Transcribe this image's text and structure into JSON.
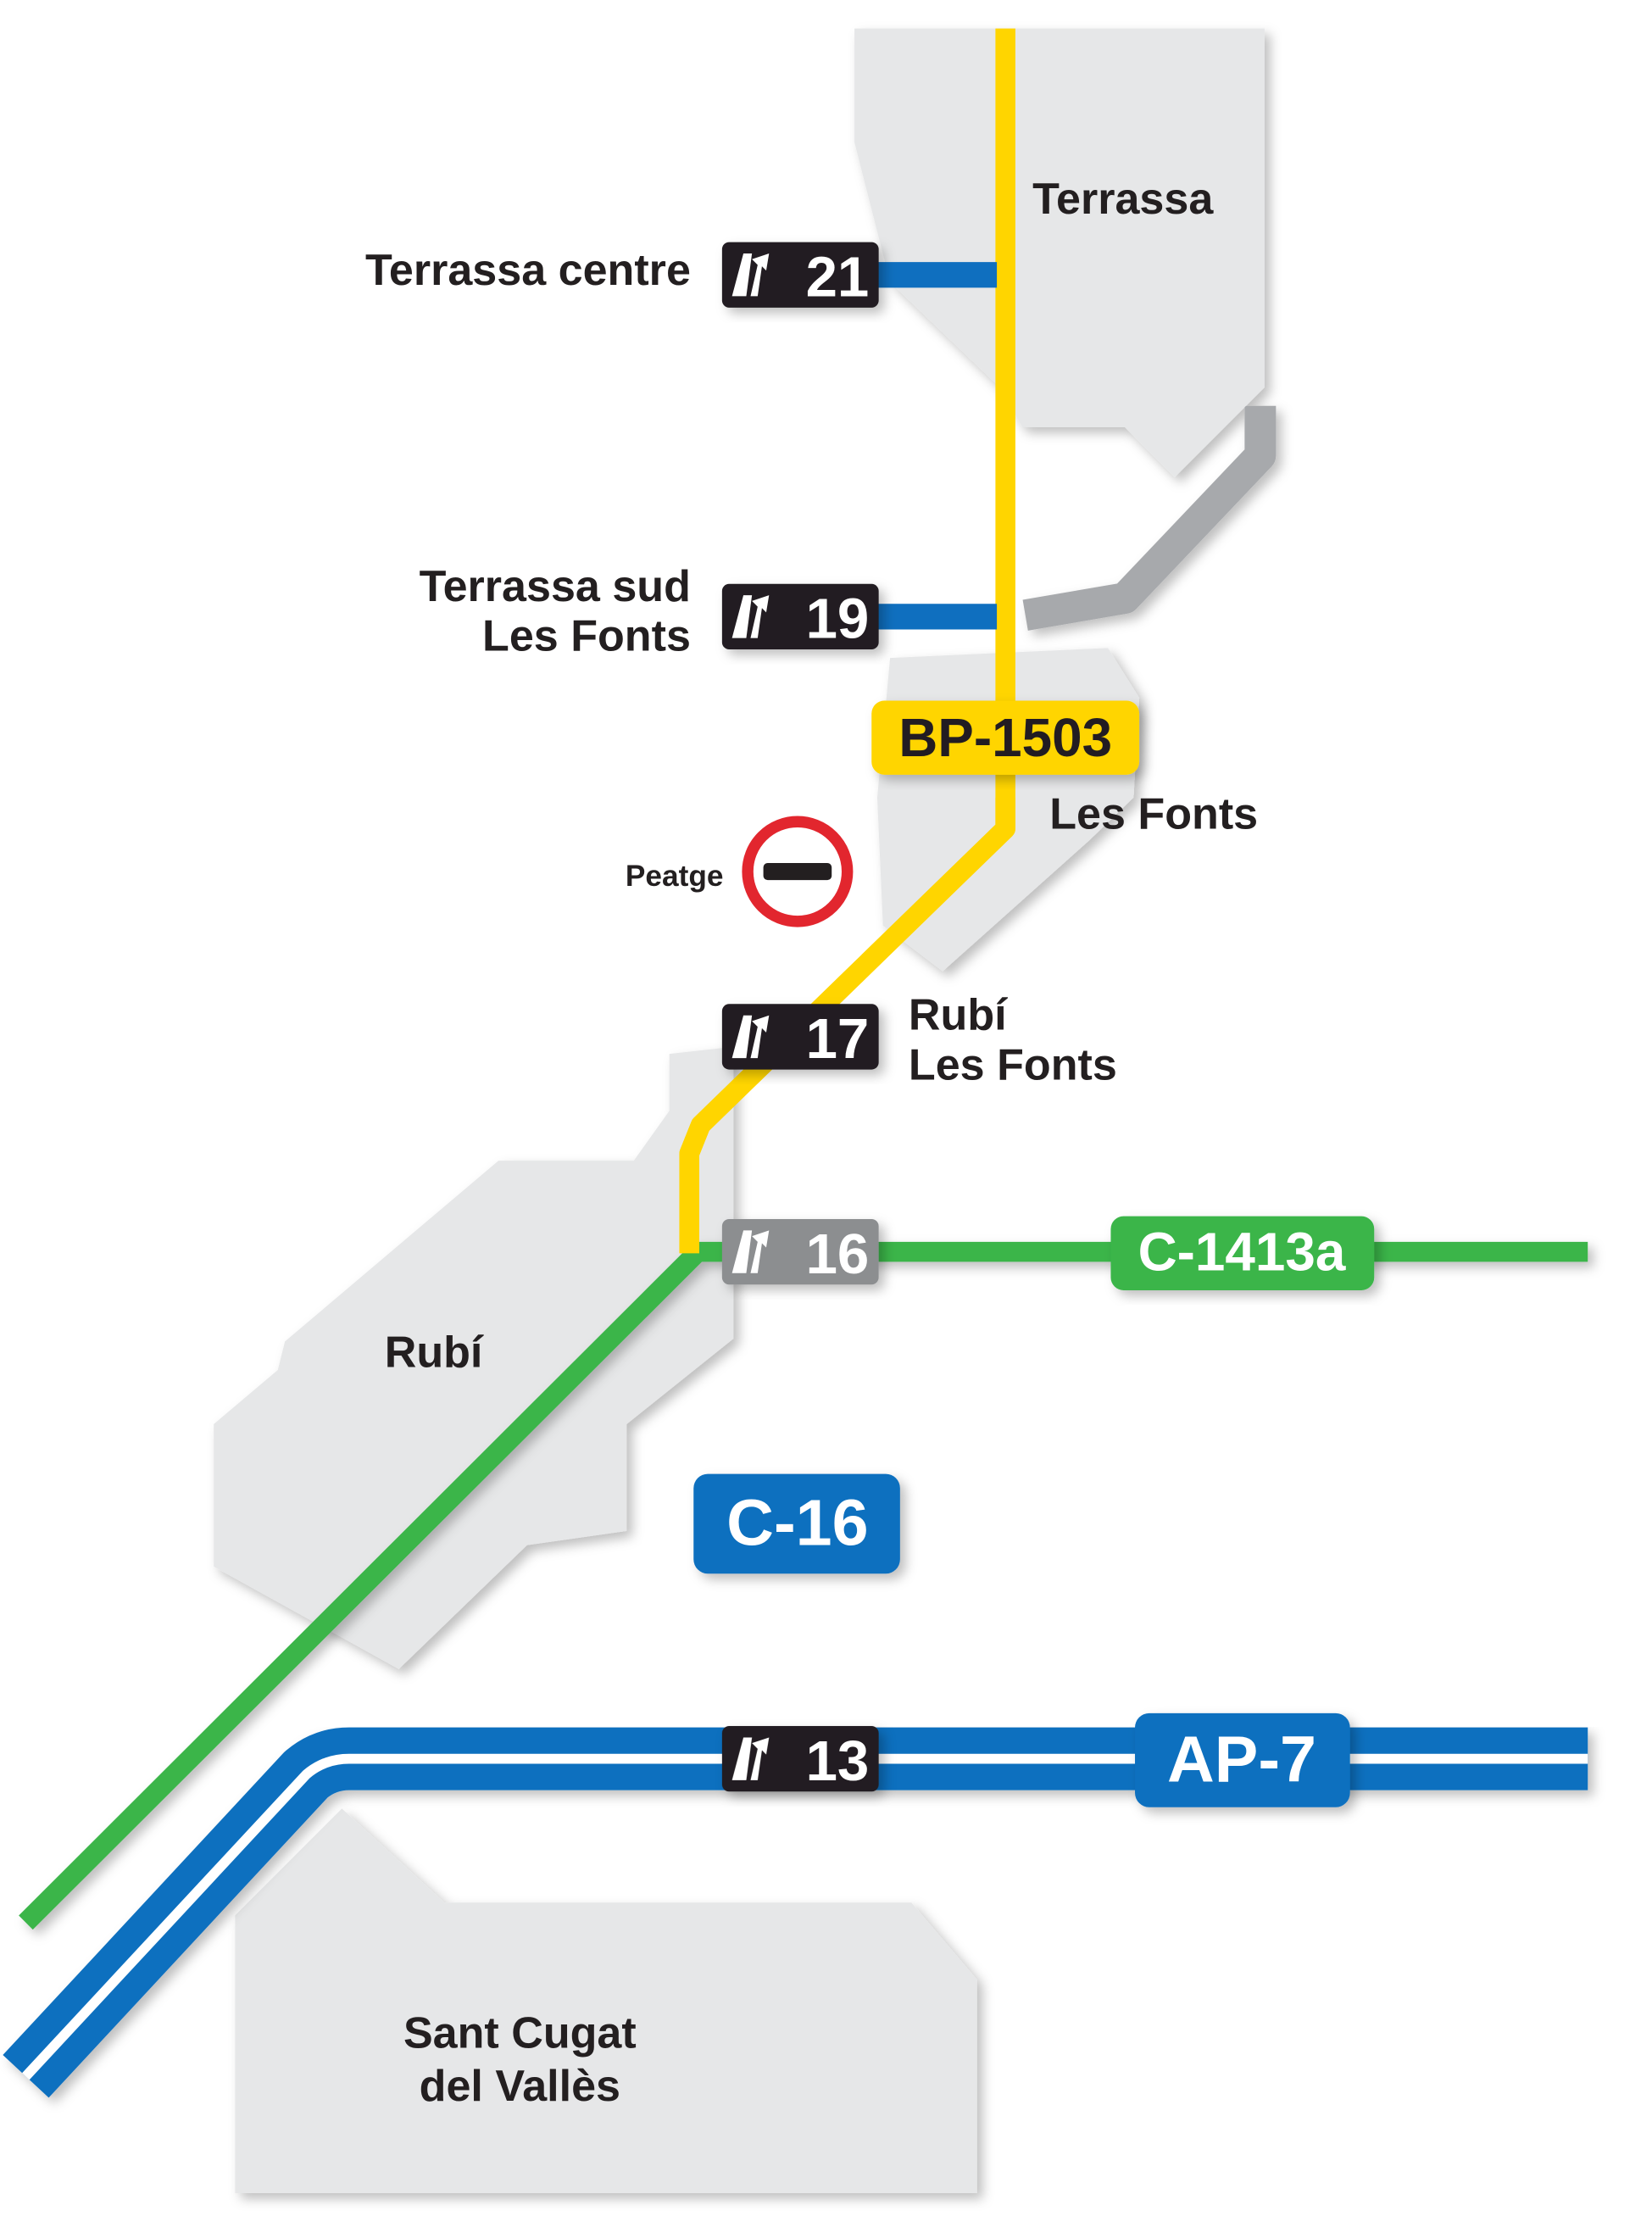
{
  "colors": {
    "motorway_blue": "#0f6fbf",
    "regional_yellow": "#ffd500",
    "local_green": "#3bb54a",
    "urban_gray": "#e6e7e8",
    "exit_black": "#231f20",
    "exit_gray": "#8c8e90",
    "toll_red": "#e2262e"
  },
  "places": {
    "terrassa": "Terrassa",
    "les_fonts": "Les Fonts",
    "rubi": "Rubí",
    "sant_cugat_line1": "Sant Cugat",
    "sant_cugat_line2": "del Vallès"
  },
  "exits": [
    {
      "number": "21",
      "label_lines": [
        "Terrassa centre"
      ]
    },
    {
      "number": "19",
      "label_lines": [
        "Terrassa sud",
        "Les Fonts"
      ]
    },
    {
      "number": "17",
      "label_lines": [
        "Rubí",
        "Les Fonts"
      ]
    },
    {
      "number": "16",
      "label_lines": []
    },
    {
      "number": "13",
      "label_lines": []
    }
  ],
  "toll": {
    "label": "Peatge",
    "icon": "no-entry-toll-icon"
  },
  "roads": {
    "bp1503": "BP-1503",
    "c1413a": "C-1413a",
    "c16": "C-16",
    "ap7": "AP-7"
  },
  "icons": {
    "exit": "motorway-exit-icon"
  }
}
